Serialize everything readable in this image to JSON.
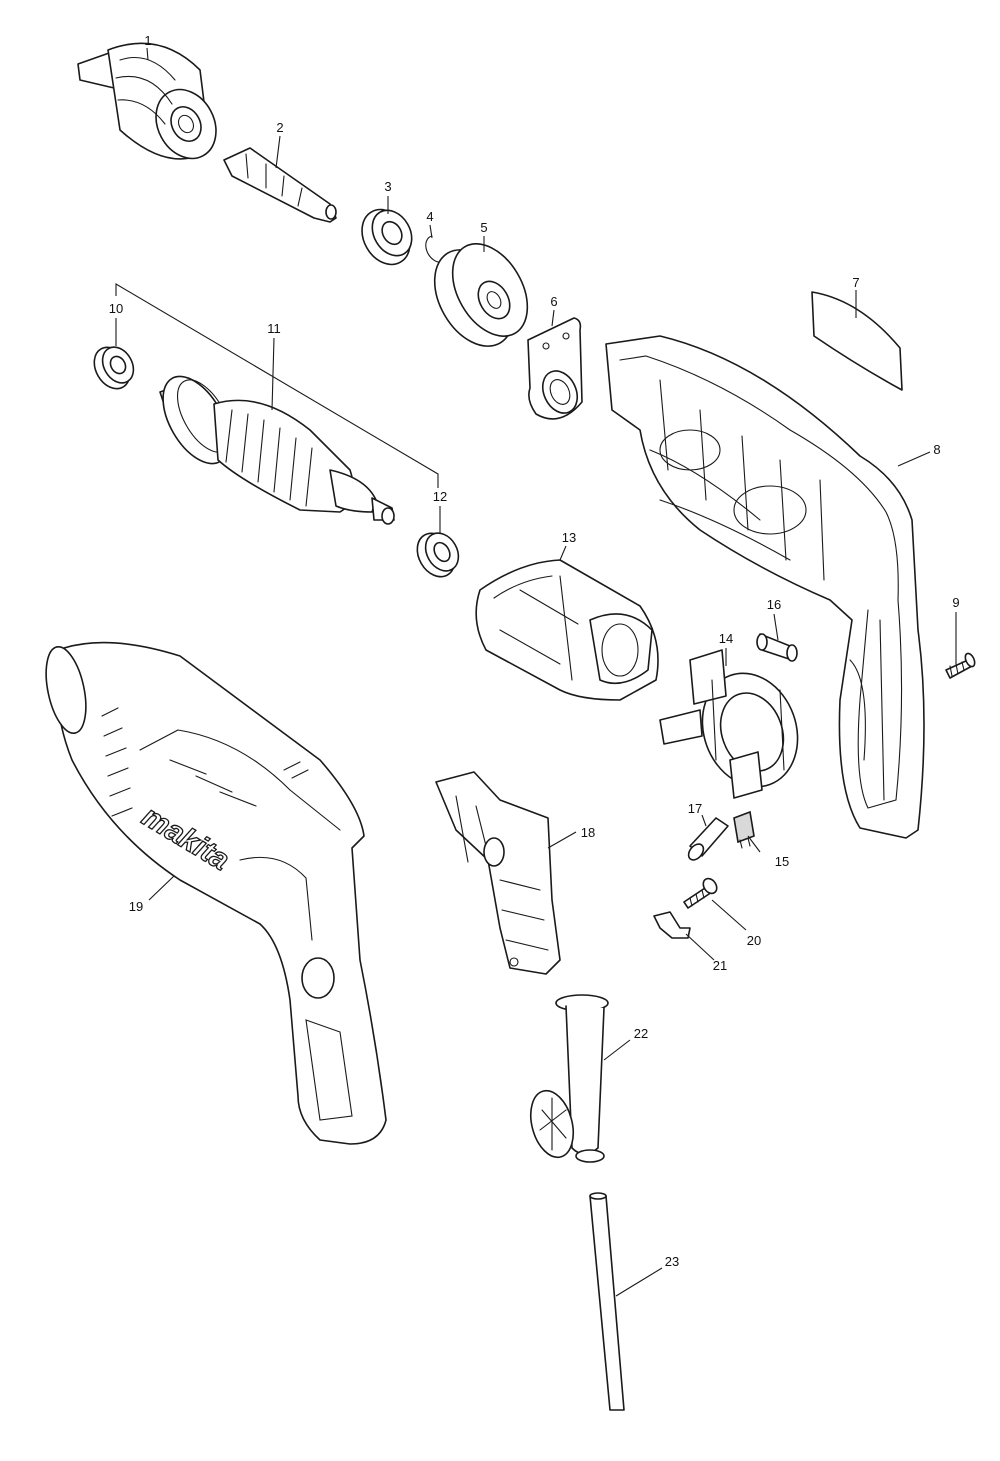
{
  "diagram": {
    "brand_text": "makita",
    "callouts": [
      "1",
      "2",
      "3",
      "4",
      "5",
      "6",
      "7",
      "8",
      "9",
      "10",
      "11",
      "12",
      "13",
      "14",
      "15",
      "16",
      "17",
      "18",
      "19",
      "20",
      "21",
      "22",
      "23"
    ]
  }
}
